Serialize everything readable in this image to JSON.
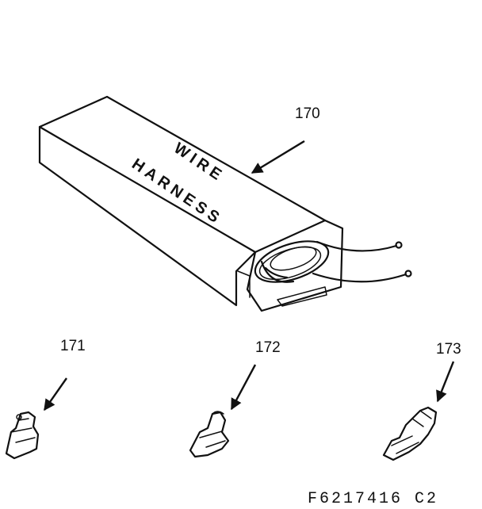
{
  "parts": [
    {
      "callout": "170",
      "label_lines": [
        "WIRE",
        "HARNESS"
      ]
    },
    {
      "callout": "171"
    },
    {
      "callout": "172"
    },
    {
      "callout": "173"
    }
  ],
  "figure_id": "F6217416 C2"
}
